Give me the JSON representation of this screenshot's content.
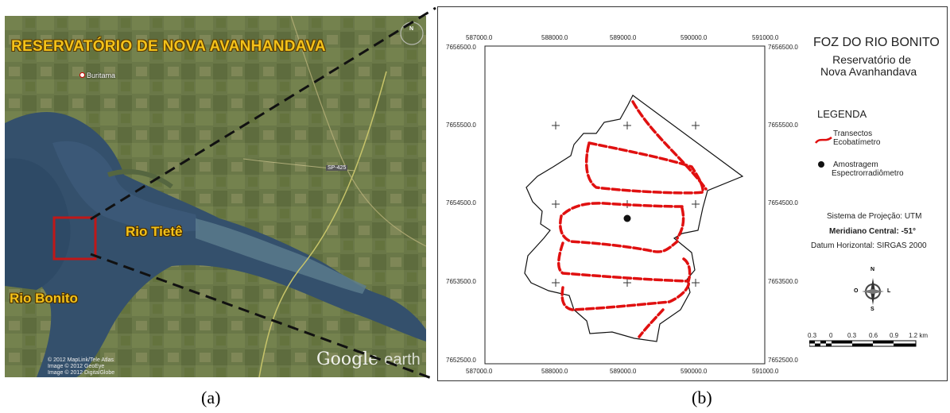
{
  "panel_a": {
    "title": "RESERVATÓRIO DE NOVA AVANHANDAVA",
    "town": "Buritama",
    "river_tiete": "Rio Tietê",
    "river_bonito": "Rio Bonito",
    "road": "SP-425",
    "credits": [
      "© 2012 MapLink/Tele Atlas",
      "Image © 2012 GeoEye",
      "Image © 2012 DigitalGlobe"
    ],
    "google": "Google",
    "earth": "earth",
    "north": "N",
    "caption": "(a)"
  },
  "panel_b": {
    "x_ticks": [
      "587000.0",
      "588000.0",
      "589000.0",
      "590000.0",
      "591000.0"
    ],
    "y_ticks": [
      "7656500.0",
      "7655500.0",
      "7654500.0",
      "7653500.0",
      "7652500.0"
    ],
    "title": "FOZ DO RIO BONITO",
    "subtitle_1": "Reservatório de",
    "subtitle_2": "Nova Avanhandava",
    "legend_title": "LEGENDA",
    "legend_transect_1": "Transectos",
    "legend_transect_2": "Ecobatímetro",
    "legend_sample_1": "Amostragem",
    "legend_sample_2": "Espectrorradiômetro",
    "projection": "Sistema de Projeção: UTM",
    "meridian": "Meridiano Central: -51°",
    "datum": "Datum Horizontal: SIRGAS 2000",
    "compass": {
      "n": "N",
      "s": "S",
      "l": "L",
      "o": "O"
    },
    "scale_labels": [
      "0.3",
      "0",
      "0.3",
      "0.6",
      "0.9",
      "1.2 km"
    ],
    "transect_color": "#e01010",
    "caption": "(b)"
  }
}
